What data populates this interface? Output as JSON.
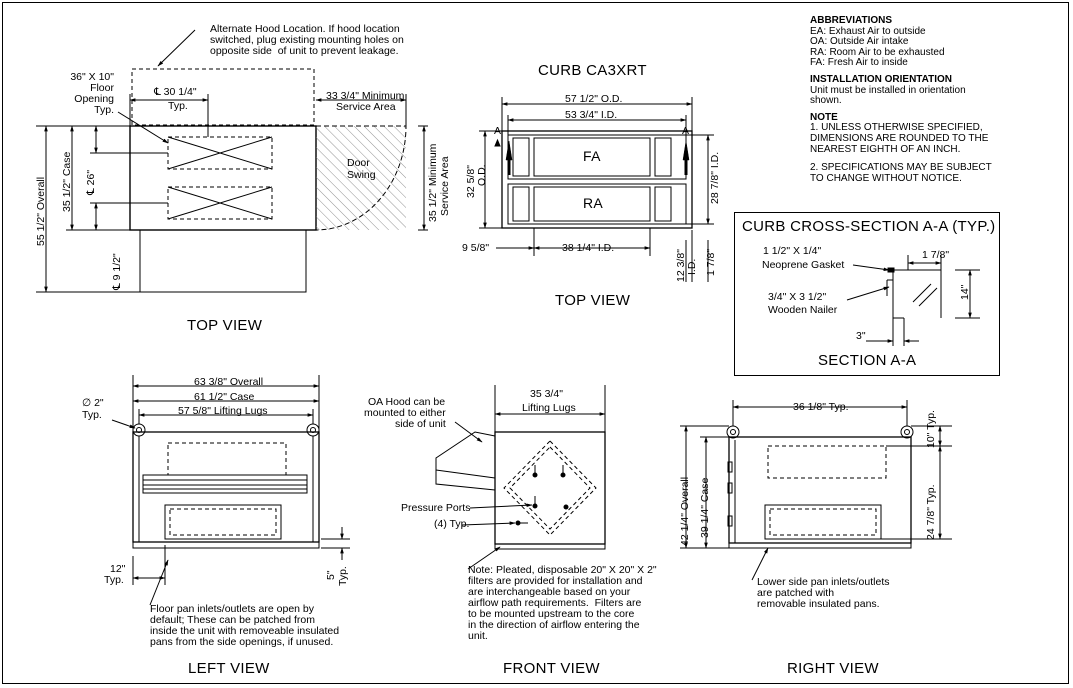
{
  "notes": {
    "abbrev_title": "ABBREVIATIONS",
    "abbrev": [
      "EA: Exhaust Air to outside",
      "OA: Outside Air intake",
      "RA: Room Air to be exhausted",
      "FA: Fresh Air to inside"
    ],
    "orient_title": "INSTALLATION ORIENTATION",
    "orient": [
      "Unit must be installed in orientation",
      "shown."
    ],
    "note_title": "NOTE",
    "note1": [
      "1. UNLESS OTHERWISE SPECIFIED,",
      "DIMENSIONS ARE ROUNDED TO THE",
      "NEAREST EIGHTH OF AN INCH."
    ],
    "note2": [
      "2. SPECIFICATIONS MAY BE SUBJECT",
      "TO CHANGE WITHOUT NOTICE."
    ]
  },
  "top_view": {
    "title": "TOP VIEW",
    "hood_note": [
      "Alternate Hood Location. If hood location",
      "switched, plug existing mounting holes on",
      "opposite side  of unit to prevent leakage."
    ],
    "floor_opening": [
      "36\" X 10\"",
      "Floor",
      "Opening",
      "Typ."
    ],
    "cl_30": "℄ 30 1/4\"",
    "cl_30_typ": "Typ.",
    "service": [
      "33 3/4\" Minimum",
      "Service Area"
    ],
    "door_swing": [
      "Door",
      "Swing"
    ],
    "overall": "55 1/2\" Overall",
    "case": "35 1/2\" Case",
    "cl_26": "℄ 26\"",
    "cl_9": "℄ 9 1/2\"",
    "service_vert": "35 1/2\" Minimum",
    "service_vert2": "Service Area"
  },
  "curb": {
    "title": "CURB CA3XRT",
    "od": "57 1/2\" O.D.",
    "id": "53 3/4\" I.D.",
    "fa": "FA",
    "ra": "RA",
    "marker_a": "A",
    "od_vert": "32 5/8\"",
    "od_vert2": "O.D.",
    "id_vert": "28 7/8\" I.D.",
    "left_95": "9 5/8\"",
    "id_38": "38 1/4\" I.D.",
    "id_12": "12 3/8\"",
    "id_12b": "I.D.",
    "d_178": "1 7/8\"",
    "top_view": "TOP VIEW"
  },
  "section": {
    "title": "CURB CROSS-SECTION A-A (TYP.)",
    "gasket": [
      "1 1/2\" X 1/4\"",
      "Neoprene Gasket"
    ],
    "d_178": "1 7/8\"",
    "nailer": [
      "3/4\" X 3 1/2\"",
      "Wooden Nailer"
    ],
    "d_14": "14\"",
    "d_3": "3\"",
    "label": "SECTION A-A"
  },
  "left_view": {
    "title": "LEFT VIEW",
    "overall": "63 3/8\" Overall",
    "case": "61 1/2\" Case",
    "lugs": "57 5/8\" Lifting Lugs",
    "dia": "∅ 2\"",
    "dia_typ": "Typ.",
    "d12": "12\"",
    "d12_typ": "Typ.",
    "d5": "5\"",
    "d5_typ": "Typ.",
    "floor_note": [
      "Floor pan inlets/outlets are open by",
      "default; These can be patched from",
      "inside the unit with removeable insulated",
      "pans from the side openings, if unused."
    ]
  },
  "front_view": {
    "title": "FRONT VIEW",
    "oa_hood": [
      "OA Hood can be",
      "mounted to either",
      "side of unit"
    ],
    "lugs": "35 3/4\"",
    "lugs2": "Lifting Lugs",
    "ports": [
      "Pressure Ports",
      "(4) Typ."
    ],
    "filter_note": [
      "Note: Pleated, disposable 20\" X 20\" X 2\"",
      "filters are provided for installation and",
      "are interchangeable based on your",
      "airflow path requirements.  Filters are",
      "to be mounted upstream to the core",
      "in the direction of airflow entering the",
      "unit."
    ]
  },
  "right_view": {
    "title": "RIGHT VIEW",
    "d36": "36 1/8\" Typ.",
    "overall": "42 1/4\" Overall",
    "case": "39 1/4\" Case",
    "d10": "10\" Typ.",
    "d24": "24 7/8\" Typ.",
    "lower_note": [
      "Lower side pan inlets/outlets",
      "are patched with",
      "removable insulated pans."
    ]
  }
}
